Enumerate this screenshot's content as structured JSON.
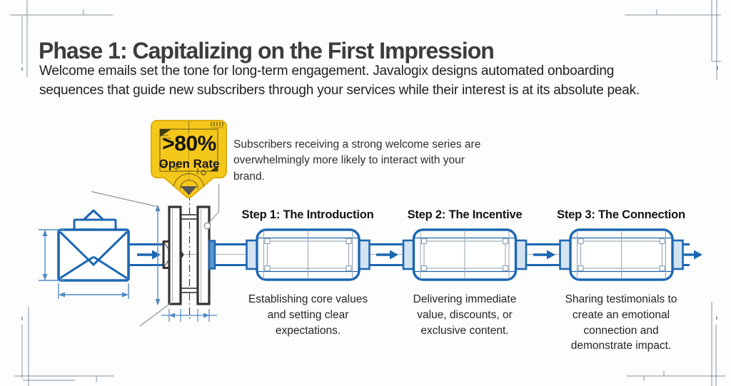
{
  "header": {
    "title": "Phase 1: Capitalizing on the First Impression",
    "subtitle": "Welcome emails set the tone for long-term engagement. Javalogix designs automated onboarding sequences that guide new subscribers through your services while their interest is at its absolute peak."
  },
  "callout": {
    "badge_value": ">80%",
    "badge_label": "Open Rate",
    "note": "Subscribers receiving a strong welcome series are overwhelmingly more likely to interact with your brand."
  },
  "steps": [
    {
      "title": "Step 1: The Introduction",
      "description": "Establishing core values and setting clear expectations."
    },
    {
      "title": "Step 2: The Incentive",
      "description": "Delivering immediate value, discounts, or exclusive content."
    },
    {
      "title": "Step 3: The Connection",
      "description": "Sharing testimonials to create an emotional connection and demonstrate impact."
    }
  ],
  "colors": {
    "diagram_blue": "#1d67b2",
    "dimension_blue": "#5088c2",
    "blueprint_gray": "#7e94a2",
    "machine_dark": "#333333",
    "badge_yellow": "#f4c71b",
    "badge_border": "#dfac10",
    "title_text": "#3c3c3c"
  },
  "icons": {
    "envelope": "envelope-icon",
    "flow_arrows": "arrow-right-icon",
    "inlet_nozzle": "nozzle-icon",
    "valve": "valve-plates-icon",
    "step_capsules": "machine-capsule-icon",
    "badge": "open-rate-marker-icon"
  }
}
